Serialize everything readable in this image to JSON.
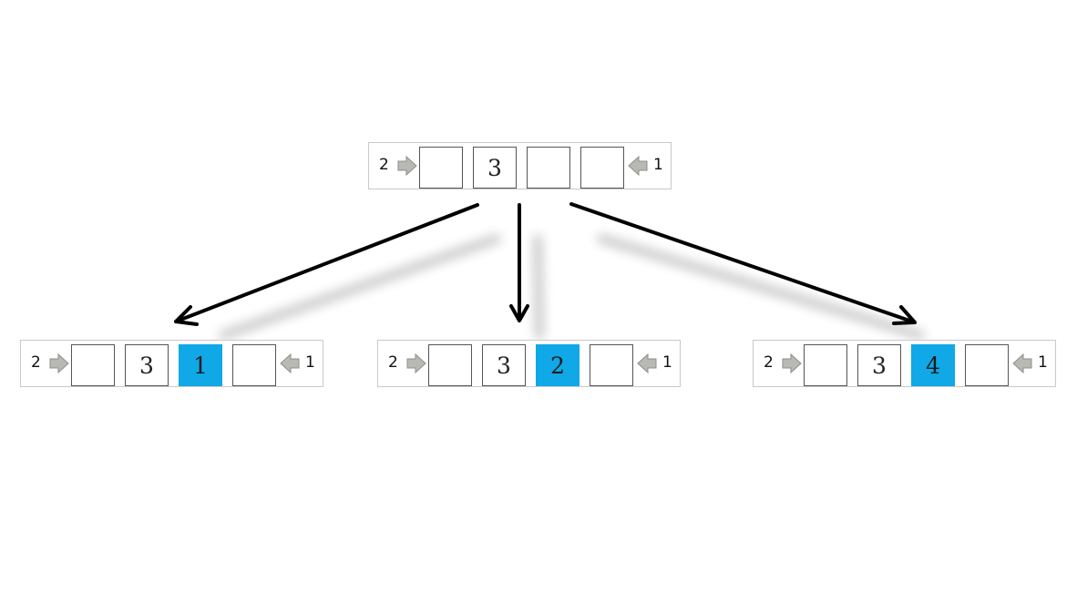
{
  "colors": {
    "highlight": "#10a8e6",
    "pointer_arrow": "#b9b9b4",
    "connector": "#000000",
    "cell_border": "#555555",
    "strip_border": "#c9c9c9"
  },
  "icons": {
    "left_pointer": "right-pointing-arrow-icon",
    "right_pointer": "left-pointing-arrow-icon"
  },
  "parent": {
    "left_label": "2",
    "right_label": "1",
    "cells": [
      "",
      "3",
      "",
      ""
    ]
  },
  "children": [
    {
      "left_label": "2",
      "right_label": "1",
      "cells": [
        "",
        "3",
        "1",
        ""
      ],
      "highlight_index": 2
    },
    {
      "left_label": "2",
      "right_label": "1",
      "cells": [
        "",
        "3",
        "2",
        ""
      ],
      "highlight_index": 2
    },
    {
      "left_label": "2",
      "right_label": "1",
      "cells": [
        "",
        "3",
        "4",
        ""
      ],
      "highlight_index": 2
    }
  ]
}
